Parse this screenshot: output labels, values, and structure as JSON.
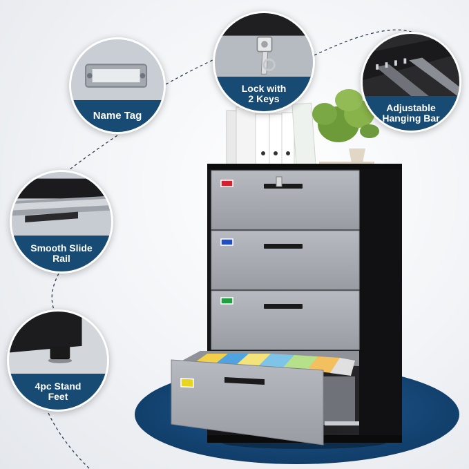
{
  "features": {
    "name_tag": {
      "label": "Name Tag",
      "icon": "name-tag-icon"
    },
    "lock": {
      "line1": "Lock with",
      "line2": "2 Keys",
      "icon": "lock-icon"
    },
    "hanging_bar": {
      "line1": "Adjustable",
      "line2": "Hanging Bar",
      "icon": "hanging-bar-icon"
    },
    "slide_rail": {
      "line1": "Smooth Slide",
      "line2": "Rail",
      "icon": "slide-rail-icon"
    },
    "feet": {
      "line1": "4pc Stand",
      "line2": "Feet",
      "icon": "stand-foot-icon"
    }
  },
  "product": {
    "drawer_count": 4,
    "open_drawer_index": 4,
    "label_colors": [
      "#d3202f",
      "#1f4fc4",
      "#22a041",
      "#e8d61e"
    ],
    "body_color": "#1b1b1d",
    "drawer_color": "#a4a8ae"
  },
  "colors": {
    "accent": "#184b73",
    "floor_disc": "#1a4c7e",
    "callout_border": "#ffffff"
  }
}
